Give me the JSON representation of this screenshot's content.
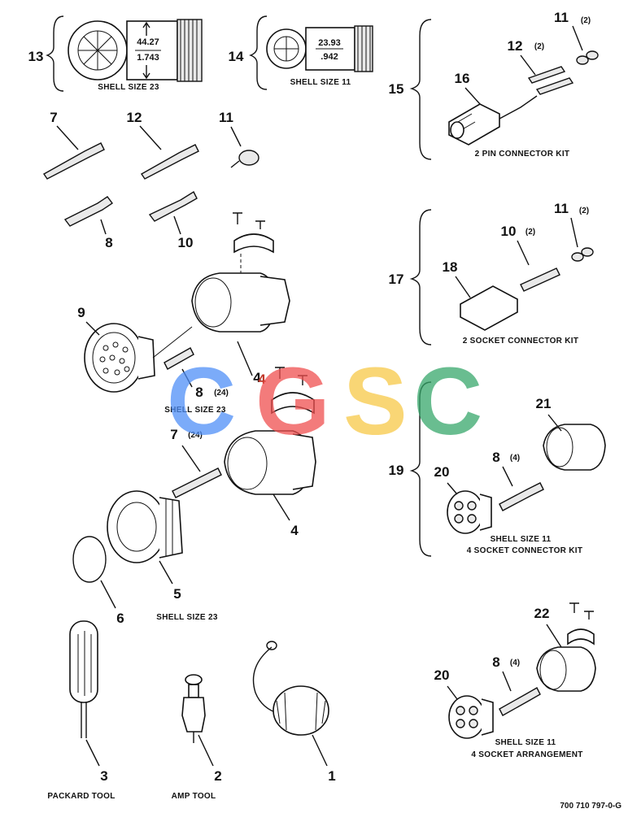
{
  "callouts": {
    "c1": "1",
    "c2": "2",
    "c3": "3",
    "c4a": "4",
    "c4b": "4",
    "c5": "5",
    "c6": "6",
    "c7": "7",
    "c7b": "7",
    "c8": "8",
    "c8b": "8",
    "c8c": "8",
    "c8d": "8",
    "c9": "9",
    "c10": "10",
    "c10b": "10",
    "c11": "11",
    "c11b": "11",
    "c11c": "11",
    "c12": "12",
    "c12b": "12",
    "c13": "13",
    "c14": "14",
    "c15": "15",
    "c16": "16",
    "c17": "17",
    "c18": "18",
    "c19": "19",
    "c20": "20",
    "c20b": "20",
    "c21": "21",
    "c22": "22"
  },
  "quantities": {
    "q11_15": "(2)",
    "q12_15": "(2)",
    "q10_17": "(2)",
    "q11_17": "(2)",
    "q8_shell": "(24)",
    "q7_shell": "(24)",
    "q8_19": "(4)",
    "q8_22": "(4)"
  },
  "captions": {
    "shell_23_top": "SHELL SIZE 23",
    "shell_11_top": "SHELL SIZE 11",
    "pin_kit": "2 PIN CONNECTOR KIT",
    "socket_kit": "2 SOCKET CONNECTOR KIT",
    "shell_23_mid": "SHELL SIZE 23",
    "shell_23_low": "SHELL SIZE 23",
    "shell_11_kit": "SHELL SIZE 11",
    "socket4_kit": "4 SOCKET CONNECTOR KIT",
    "shell_11_arr": "SHELL SIZE 11",
    "socket4_arr": "4 SOCKET ARRANGEMENT",
    "packard_tool": "PACKARD TOOL",
    "amp_tool": "AMP TOOL",
    "drawing_number": "700 710 797-0-G"
  },
  "dimensions": {
    "d13_mm": "44.27",
    "d13_in": "1.743",
    "d14_mm": "23.93",
    "d14_in": ".942"
  },
  "watermark": {
    "letters": [
      "C",
      "G",
      "S",
      "C"
    ],
    "colors": [
      "#4f8ff7",
      "#ef4f4f",
      "#f7c948",
      "#37a76b"
    ]
  },
  "colors": {
    "callout_red": "#c0392b"
  }
}
